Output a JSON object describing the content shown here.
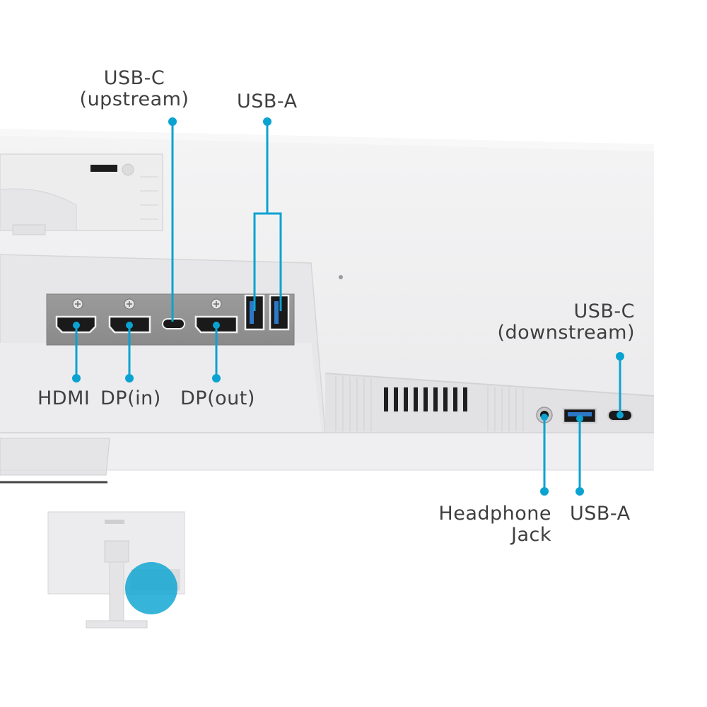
{
  "accent_color": "#0aa3d1",
  "labels": {
    "usb_c_upstream": [
      "USB-C",
      "(upstream)"
    ],
    "usb_a_top": "USB-A",
    "usb_c_downstream": [
      "USB-C",
      "(downstream)"
    ],
    "hdmi": "HDMI",
    "dp_in": "DP(in)",
    "dp_out": "DP(out)",
    "headphone_jack": [
      "Headphone",
      "Jack"
    ],
    "usb_a_bottom": "USB-A"
  }
}
